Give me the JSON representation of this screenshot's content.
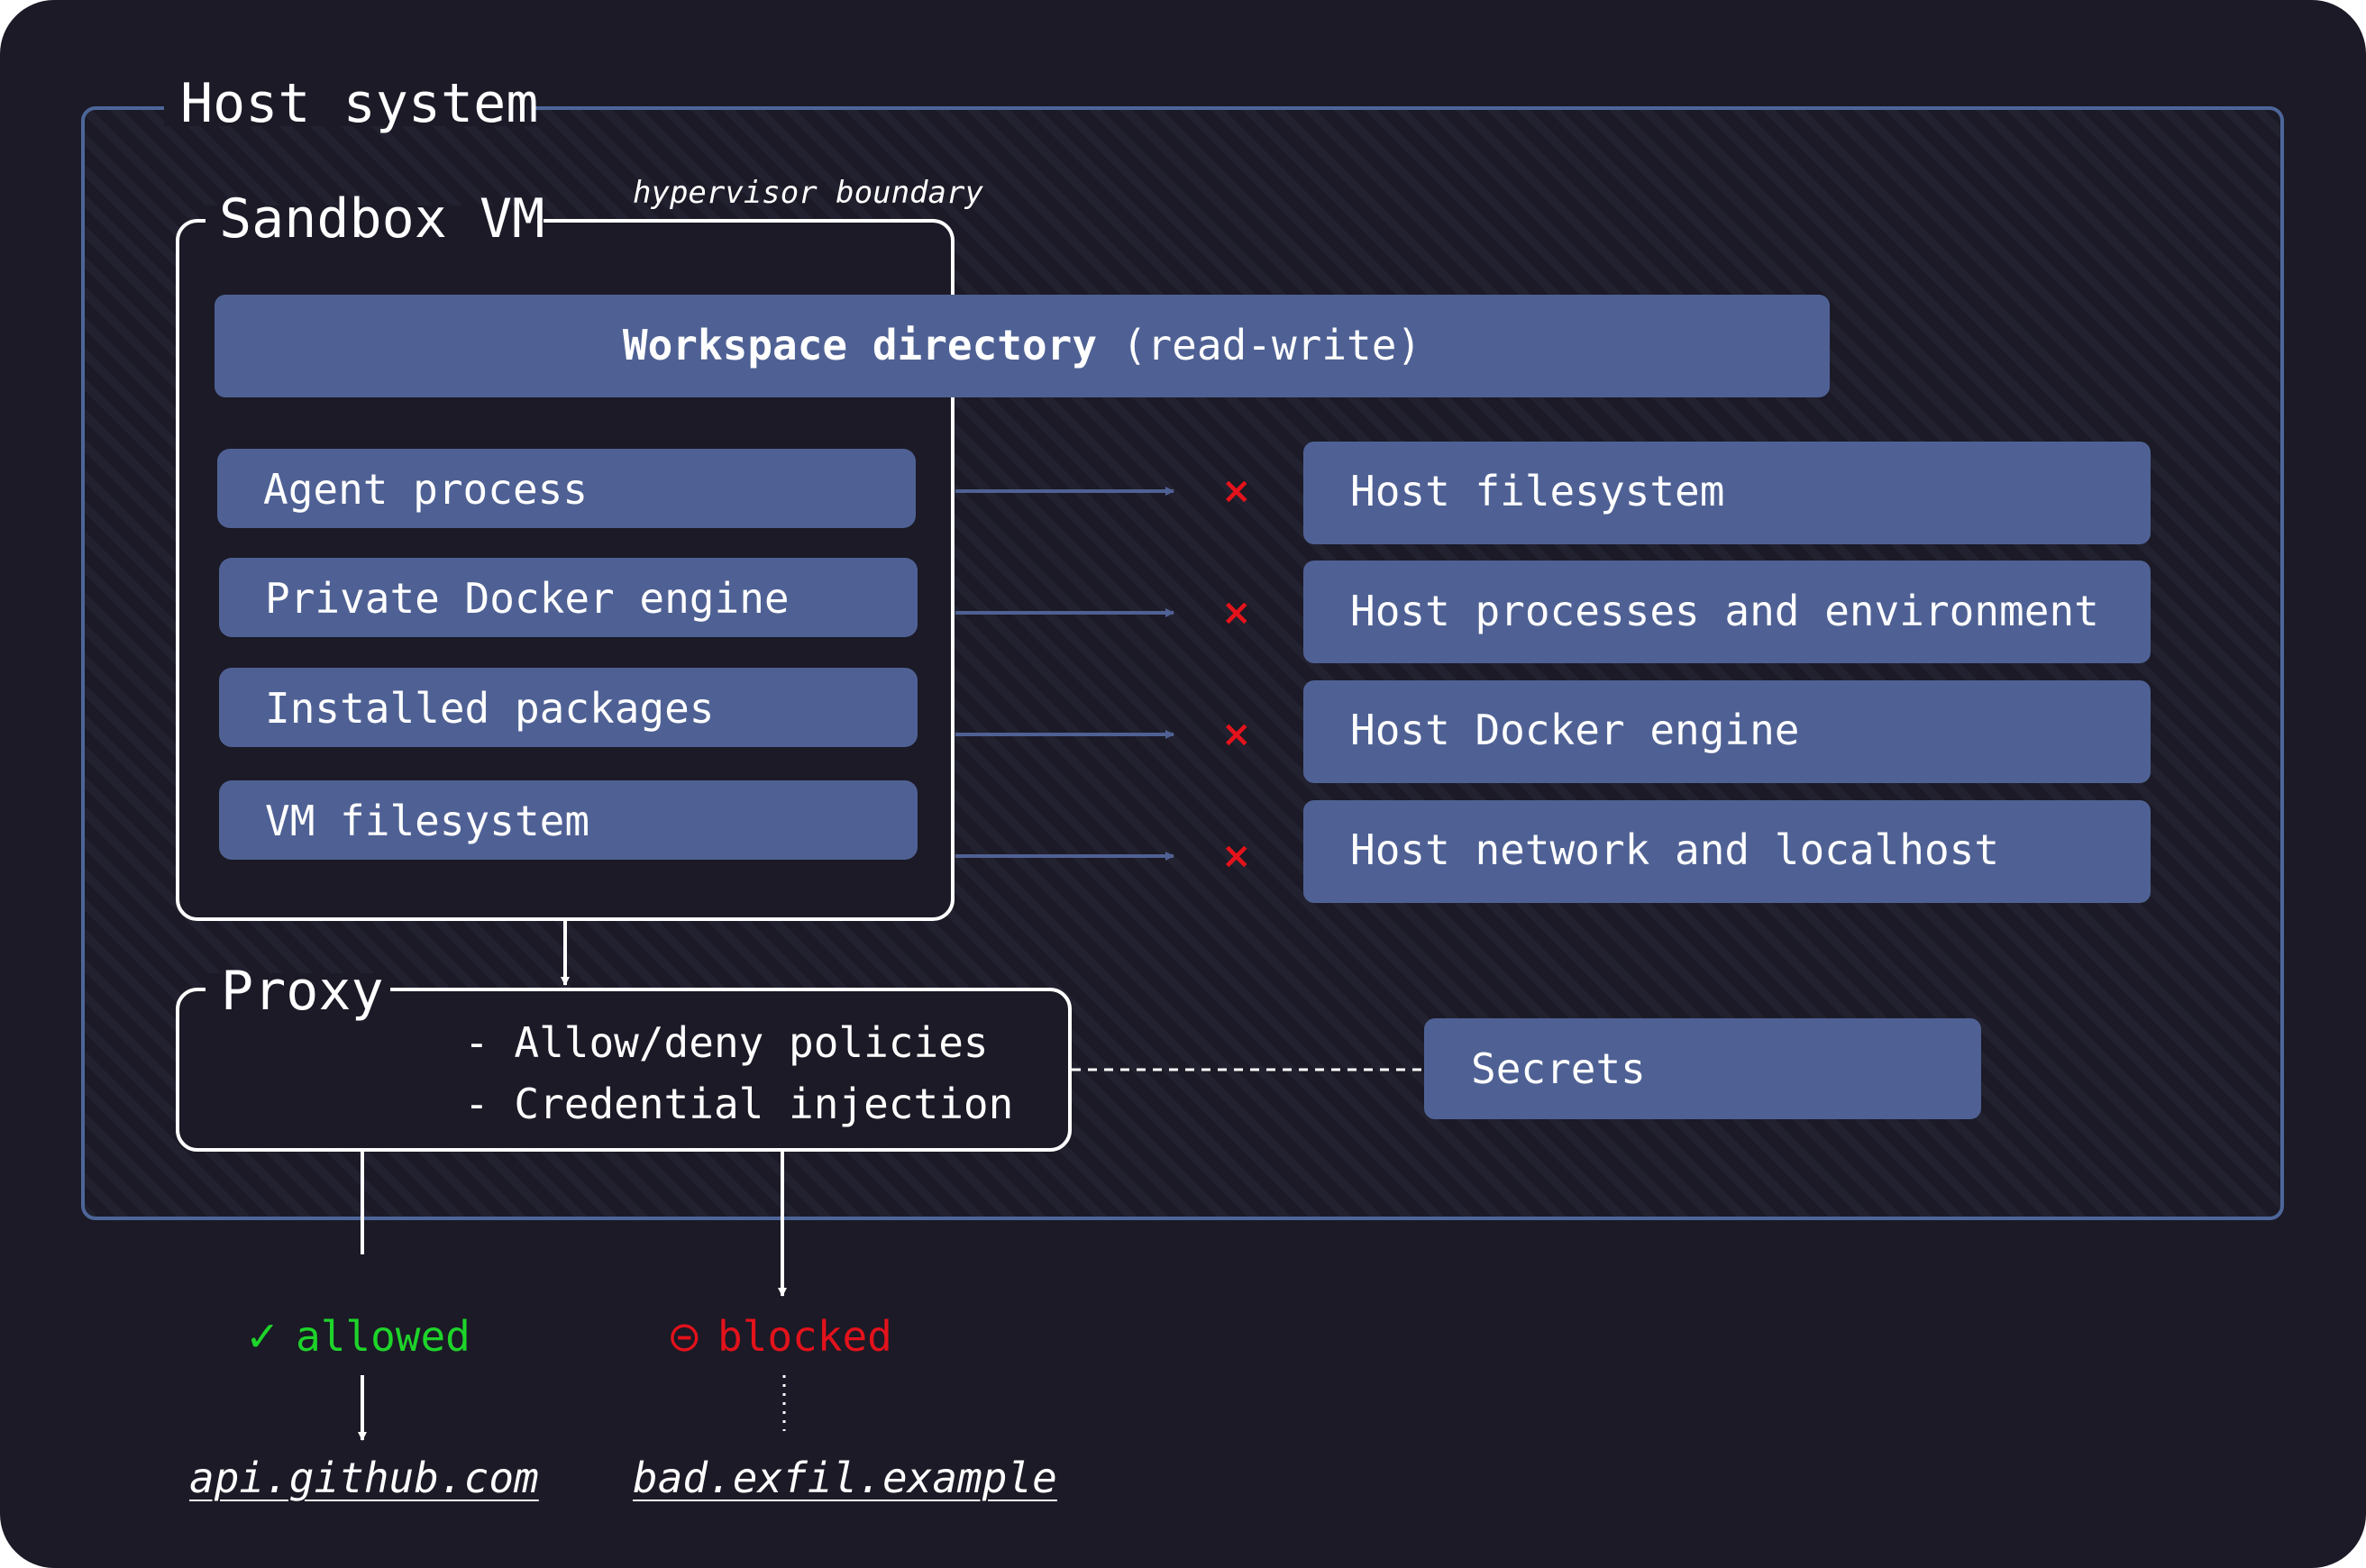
{
  "colors": {
    "canvas": "#1b1a26",
    "page": "#ffffff",
    "frame_blue": "#4d6699",
    "box_fill": "#4f6194",
    "white": "#ffffff",
    "blocked_red": "#e3121b",
    "allowed_green": "#1ed42a"
  },
  "host": {
    "title": "Host system"
  },
  "vm": {
    "title": "Sandbox VM",
    "boundary_label": "hypervisor boundary",
    "workspace_bold": "Workspace directory",
    "workspace_mode": "(read-write)",
    "items": [
      "Agent process",
      "Private Docker engine",
      "Installed packages",
      "VM filesystem"
    ]
  },
  "blocked_targets": {
    "mark": "×",
    "items": [
      "Host filesystem",
      "Host processes and environment",
      "Host Docker engine",
      "Host network and localhost"
    ]
  },
  "proxy": {
    "title": "Proxy",
    "features": [
      "- Allow/deny policies",
      "- Credential injection"
    ]
  },
  "secrets": {
    "label": "Secrets"
  },
  "outcomes": {
    "allowed": {
      "icon": "✓",
      "label": "allowed",
      "destination": "api.github.com"
    },
    "blocked": {
      "icon": "⊝",
      "label": "blocked",
      "destination": "bad.exfil.example"
    }
  }
}
